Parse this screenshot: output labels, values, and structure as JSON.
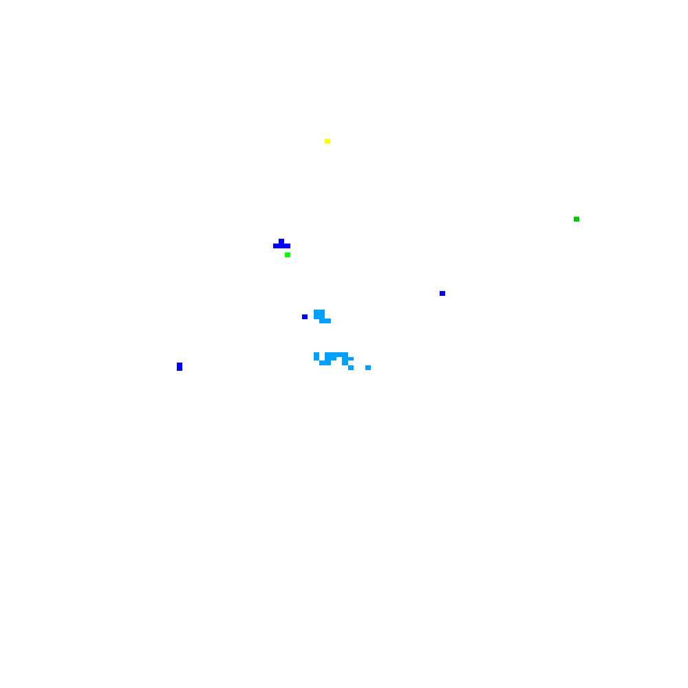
{
  "background": "#ffffff",
  "palette": {
    "yellow": "#ffff00",
    "green": "#00c800",
    "lime": "#00ff00",
    "blue": "#0000ff",
    "sky": "#00a0ff"
  },
  "clusters": [
    {
      "name": "yellow-speck",
      "color": "yellow"
    },
    {
      "name": "green-speck",
      "color": "green"
    },
    {
      "name": "blue-t-cluster",
      "color": "blue"
    },
    {
      "name": "lime-speck",
      "color": "lime"
    },
    {
      "name": "blue-speck-right",
      "color": "blue"
    },
    {
      "name": "blue-speck-middle",
      "color": "blue"
    },
    {
      "name": "sky-cluster-upper",
      "color": "sky"
    },
    {
      "name": "sky-cluster-lower",
      "color": "sky"
    },
    {
      "name": "blue-speck-left",
      "color": "blue"
    }
  ]
}
